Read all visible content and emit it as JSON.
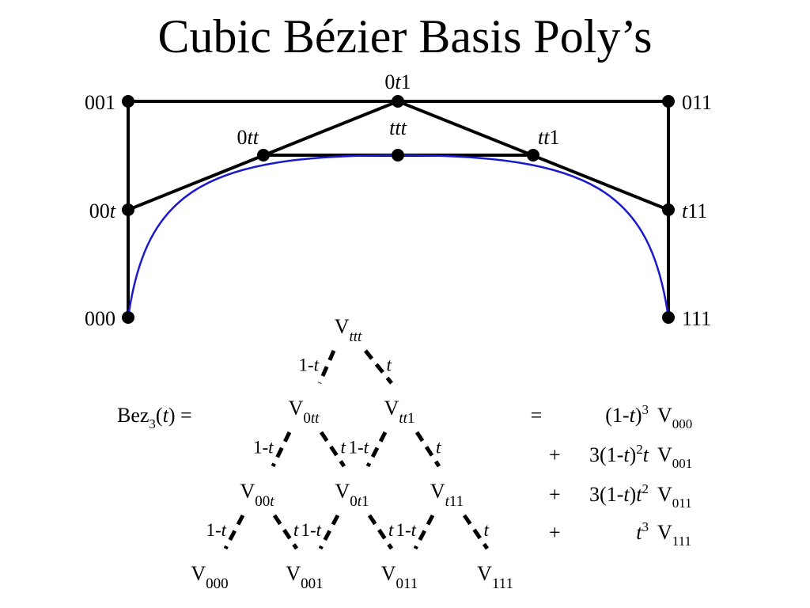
{
  "title": "Cubic Bézier Basis Poly’s",
  "control_net": {
    "points": {
      "p000": "000",
      "p001": "001",
      "p011": "011",
      "p111": "111",
      "p00t": "00t",
      "pt11": "t11",
      "p0t1": "0t1",
      "p0tt": "0tt",
      "ptt1": "tt1",
      "pttt": "ttt"
    },
    "curve_color": "#1a1acc"
  },
  "tree": {
    "nodes": {
      "ttt": {
        "base": "V",
        "sub": "ttt"
      },
      "0tt": {
        "base": "V",
        "sub": "0tt"
      },
      "tt1": {
        "base": "V",
        "sub": "tt1"
      },
      "00t": {
        "base": "V",
        "sub": "00t"
      },
      "0t1": {
        "base": "V",
        "sub": "0t1"
      },
      "t11": {
        "base": "V",
        "sub": "t11"
      },
      "000": {
        "base": "V",
        "sub": "000"
      },
      "001": {
        "base": "V",
        "sub": "001"
      },
      "011": {
        "base": "V",
        "sub": "011"
      },
      "111": {
        "base": "V",
        "sub": "111"
      }
    },
    "weights": {
      "left": "1-t",
      "right": "t"
    }
  },
  "formula": {
    "lhs": "Bez3(t) =",
    "equals": "=",
    "terms": [
      {
        "op": "",
        "coef": "(1-t)3",
        "vertex": "V000"
      },
      {
        "op": "+",
        "coef": "3(1-t)2t",
        "vertex": "V001"
      },
      {
        "op": "+",
        "coef": "3(1-t)t2",
        "vertex": "V011"
      },
      {
        "op": "+",
        "coef": "t3",
        "vertex": "V111"
      }
    ]
  }
}
